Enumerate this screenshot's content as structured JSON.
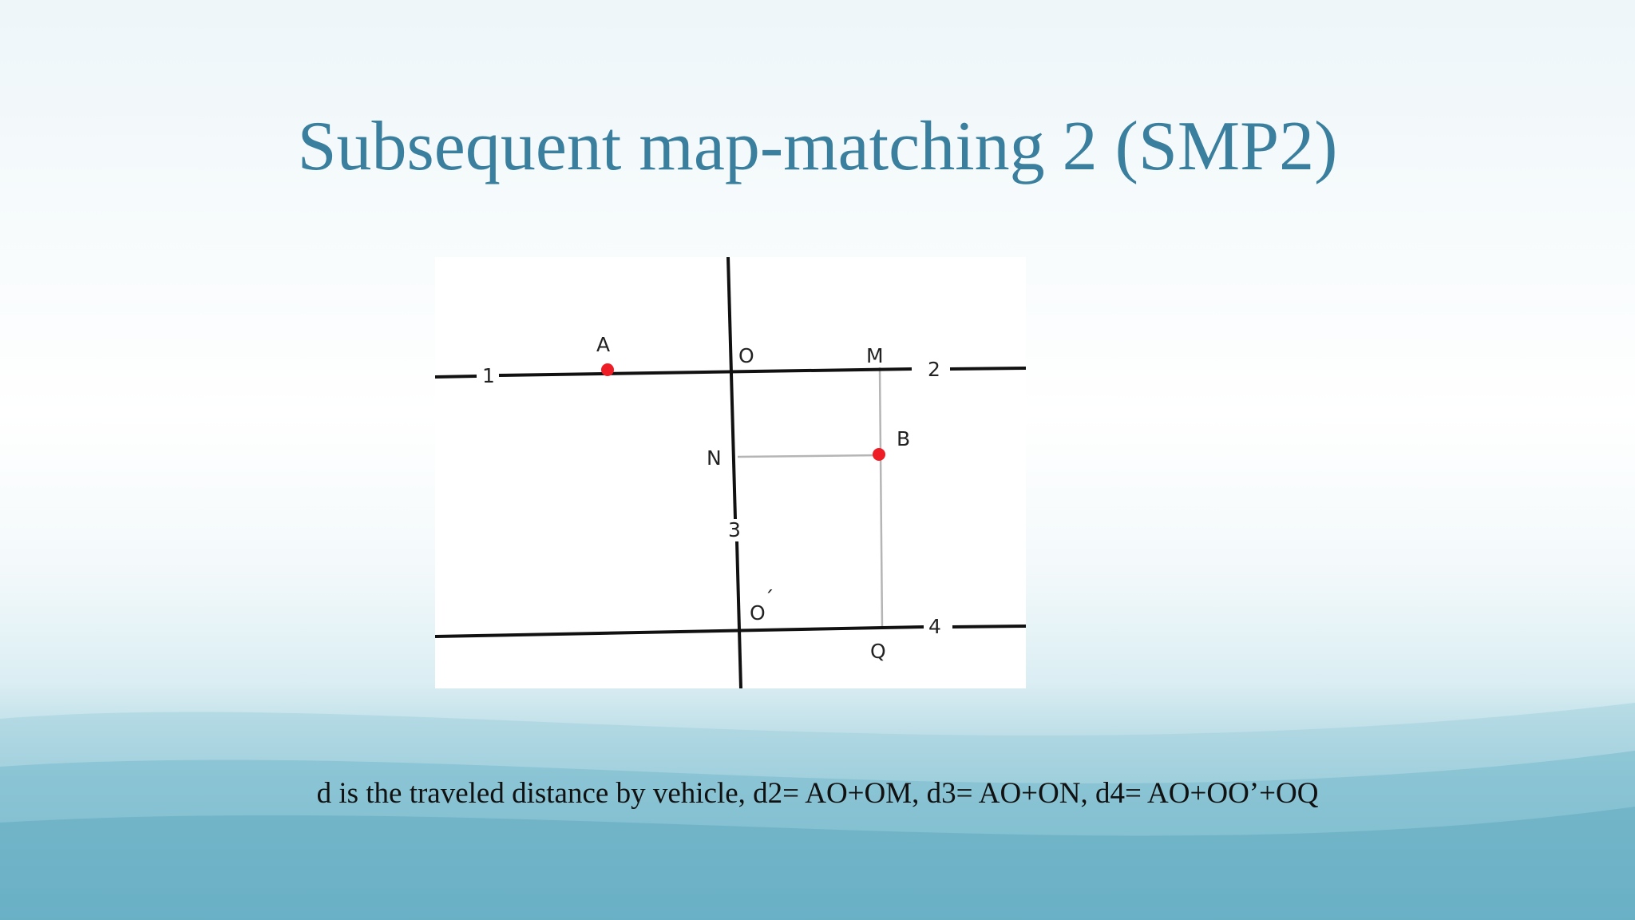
{
  "slide": {
    "title": "Subsequent map-matching 2 (SMP2)",
    "caption": "d is the traveled distance by vehicle, d2= AO+OM, d3= AO+ON, d4= AO+OO’+OQ"
  },
  "diagram": {
    "road_labels": {
      "road1": "1",
      "road2": "2",
      "road3": "3",
      "road4": "4"
    },
    "node_labels": {
      "A": "A",
      "O": "O",
      "M": "M",
      "B": "B",
      "N": "N",
      "O_prime": "O",
      "O_prime_mark": "´",
      "Q": "Q"
    },
    "colors": {
      "road": "#111111",
      "projection": "#b5b5b5",
      "point": "#ee1c24"
    }
  }
}
